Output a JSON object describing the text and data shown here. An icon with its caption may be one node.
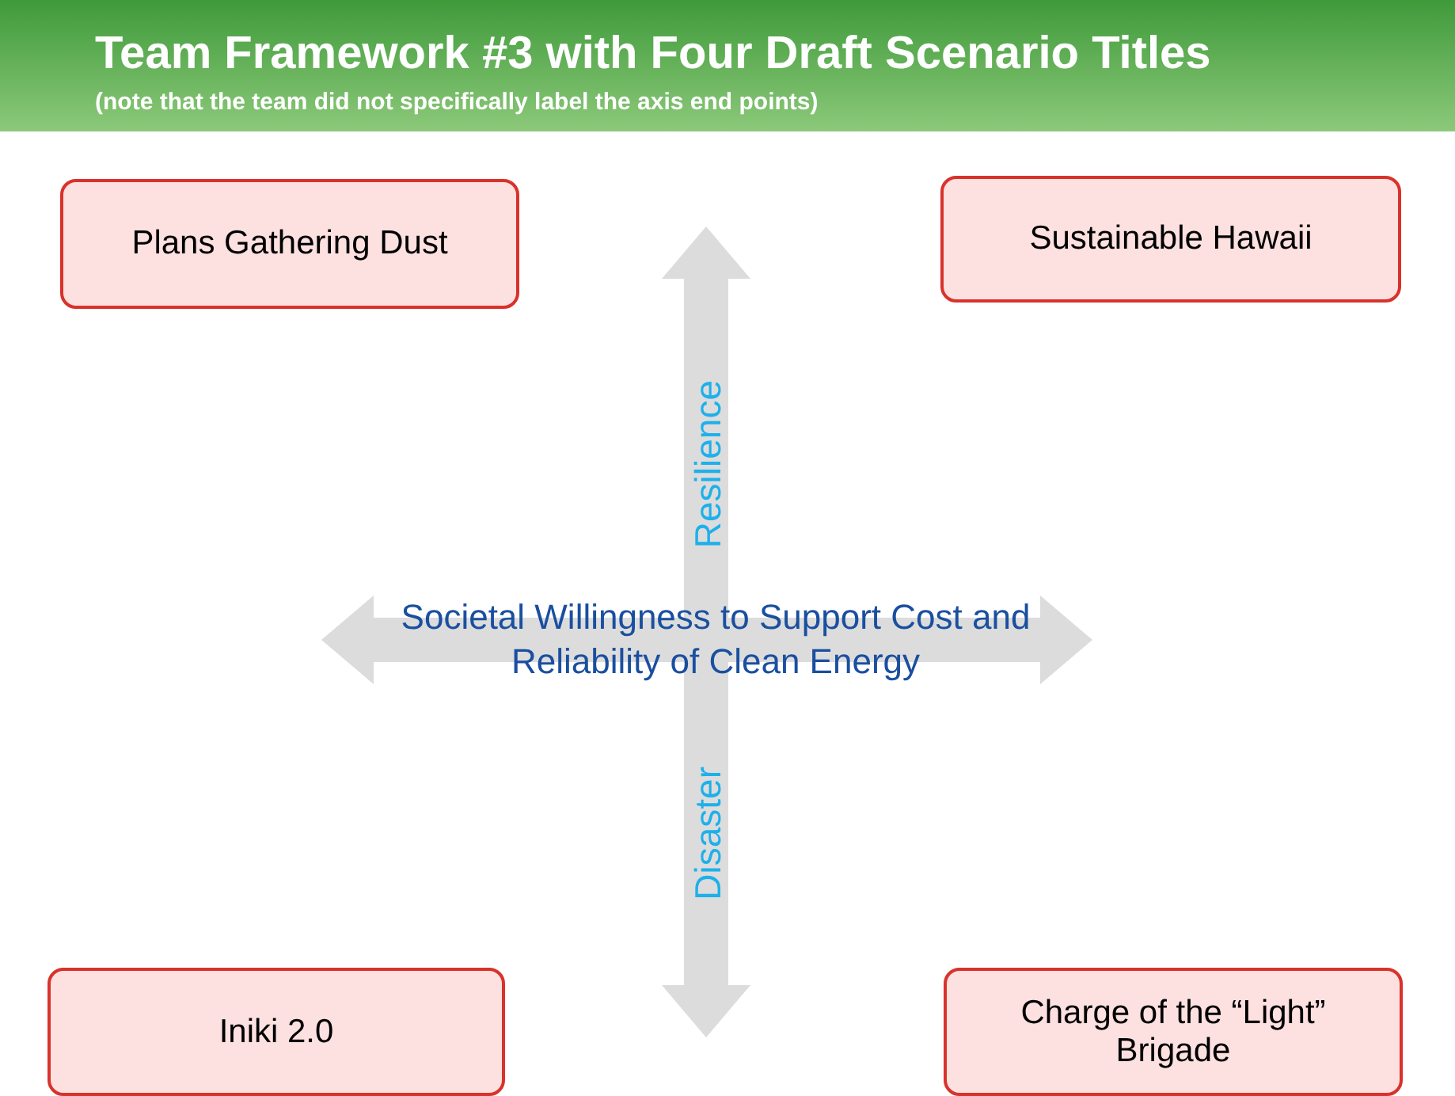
{
  "diagram": {
    "title": "Team Framework #3 with Four Draft Scenario Titles",
    "nodes": [
      {
        "text": [
          "Plans Gathering Dust"
        ]
      },
      {
        "text": [
          "Sustainable Hawaii"
        ]
      },
      {
        "text": [
          "Iniki 2.0"
        ]
      },
      {
        "text": [
          "Charge of the “Light” Brigade"
        ]
      }
    ],
    "labels": [
      "(note that the team did not specifically label the axis end points)",
      "Resilience",
      "Societal Willingness to Support Cost and Reliability of Clean Energy",
      "Disaster"
    ]
  }
}
